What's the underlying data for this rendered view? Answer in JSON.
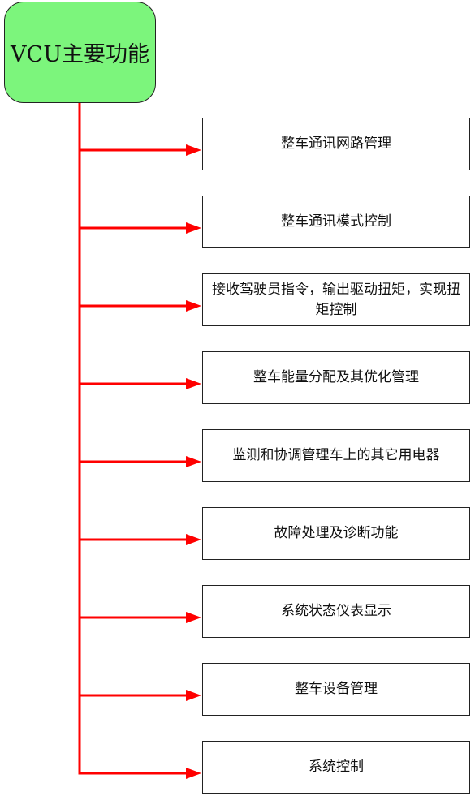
{
  "root": {
    "label": "VCU主要功能"
  },
  "functions": [
    {
      "label": "整车通讯网路管理"
    },
    {
      "label": "整车通讯模式控制"
    },
    {
      "label": "接收驾驶员指令，输出驱动扭矩，实现扭矩控制"
    },
    {
      "label": "整车能量分配及其优化管理"
    },
    {
      "label": "监测和协调管理车上的其它用电器"
    },
    {
      "label": "故障处理及诊断功能"
    },
    {
      "label": "系统状态仪表显示"
    },
    {
      "label": "整车设备管理"
    },
    {
      "label": "系统控制"
    }
  ],
  "colors": {
    "root_fill": "#7cf57c",
    "connector": "#ff0000",
    "border": "#222222"
  }
}
